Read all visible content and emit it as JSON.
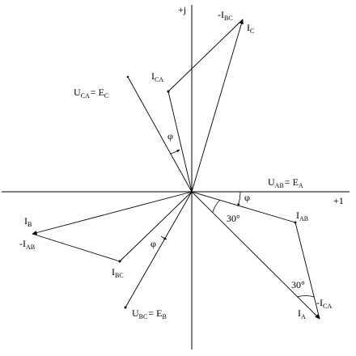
{
  "axes": {
    "real_label": "+1",
    "imag_label": "+j"
  },
  "labels": {
    "i_a": {
      "main": "I",
      "sub": "A"
    },
    "i_b": {
      "main": "I",
      "sub": "B"
    },
    "i_c": {
      "main": "I",
      "sub": "C"
    },
    "i_ab": {
      "main": "I",
      "sub": "AB"
    },
    "i_bc": {
      "main": "I",
      "sub": "BC"
    },
    "i_ca": {
      "main": "I",
      "sub": "CA"
    },
    "neg_i_ab": {
      "main": "-I",
      "sub": "AB"
    },
    "neg_i_bc": {
      "main": "-I",
      "sub": "BC"
    },
    "neg_i_ca": {
      "main": "-I",
      "sub": "CA"
    },
    "u_ab": {
      "u": "U",
      "u_sub": "AB",
      "eq": "= E",
      "e_sub": "A"
    },
    "u_bc": {
      "u": "U",
      "u_sub": "BC",
      "eq": "= E",
      "e_sub": "B"
    },
    "u_ca": {
      "u": "U",
      "u_sub": "CA",
      "eq": "= E",
      "e_sub": "C"
    }
  },
  "angles": {
    "phi": "φ",
    "thirty": "30°"
  }
}
